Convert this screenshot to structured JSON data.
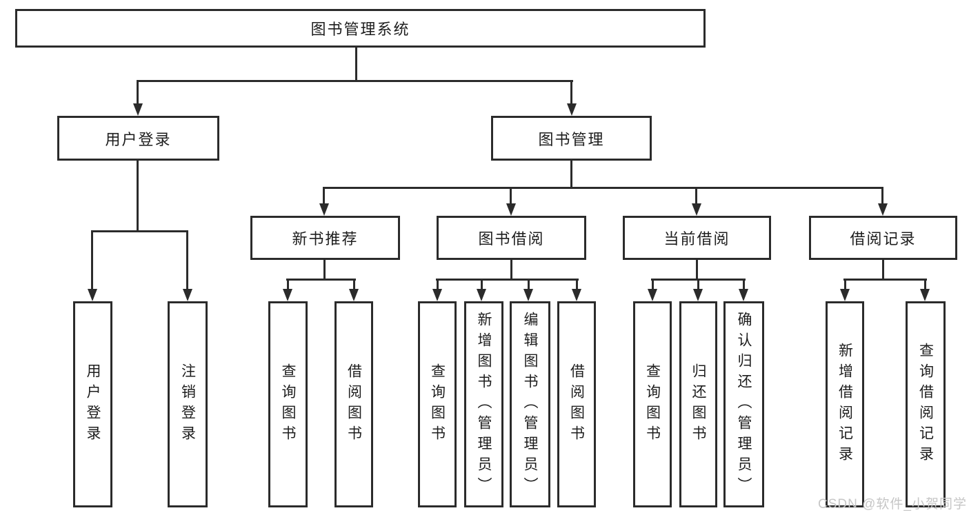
{
  "diagram": {
    "nodes": {
      "root": "图书管理系统",
      "user_login": "用户登录",
      "book_mgmt": "图书管理",
      "new_rec": "新书推荐",
      "book_borrow": "图书借阅",
      "current_borrow": "当前借阅",
      "borrow_records": "借阅记录"
    },
    "leaves": {
      "login": [
        "用户登录",
        "注销登录"
      ],
      "recommend": [
        "查询图书",
        "借阅图书"
      ],
      "borrow": [
        "查询图书",
        "新增图书（管理员）",
        "编辑图书（管理员）",
        "借阅图书"
      ],
      "current": [
        "查询图书",
        "归还图书",
        "确认归还（管理员）"
      ],
      "records": [
        "新增借阅记录",
        "查询借阅记录"
      ]
    },
    "watermark": "CSDN @软件_小贺同学",
    "colors": {
      "line": "#2b2b2b",
      "text": "#1d1d1d",
      "watermark": "#c6c6c6",
      "background": "#ffffff"
    }
  }
}
